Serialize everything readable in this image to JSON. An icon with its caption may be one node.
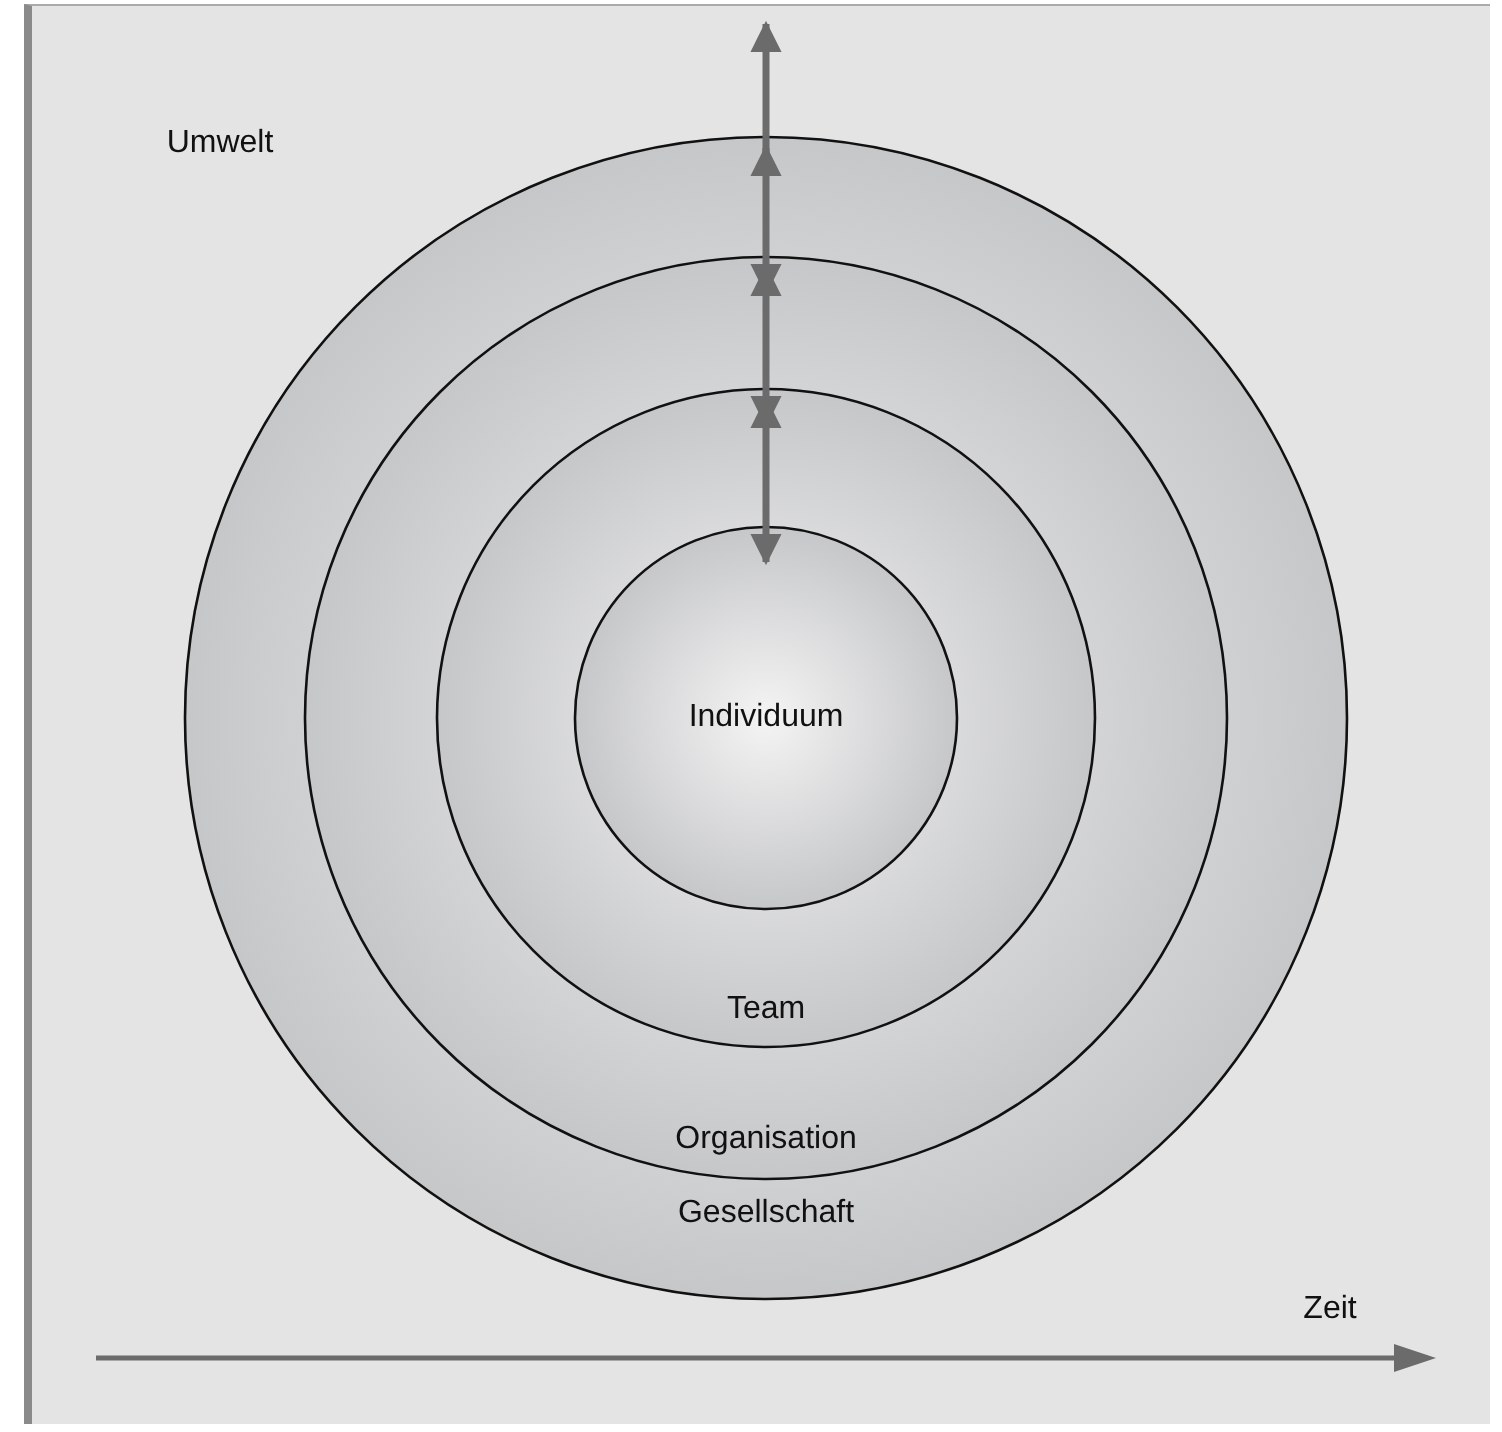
{
  "diagram": {
    "nodes": [
      {
        "text": [
          "Umwelt"
        ]
      },
      {
        "text": [
          "Gesellschaft"
        ],
        "in": 0
      },
      {
        "text": [
          "Organisation"
        ],
        "in": 1
      },
      {
        "text": [
          "Team"
        ],
        "in": 2
      },
      {
        "text": [
          "Individuum"
        ],
        "in": 3
      }
    ],
    "edges": [
      {
        "from": 1,
        "to": 0,
        "arrow": "to"
      },
      {
        "from": 2,
        "to": 1,
        "arrow": "both"
      },
      {
        "from": 3,
        "to": 2,
        "arrow": "both"
      },
      {
        "from": 4,
        "to": 3,
        "arrow": "both"
      }
    ],
    "labels": [
      "Zeit"
    ]
  }
}
